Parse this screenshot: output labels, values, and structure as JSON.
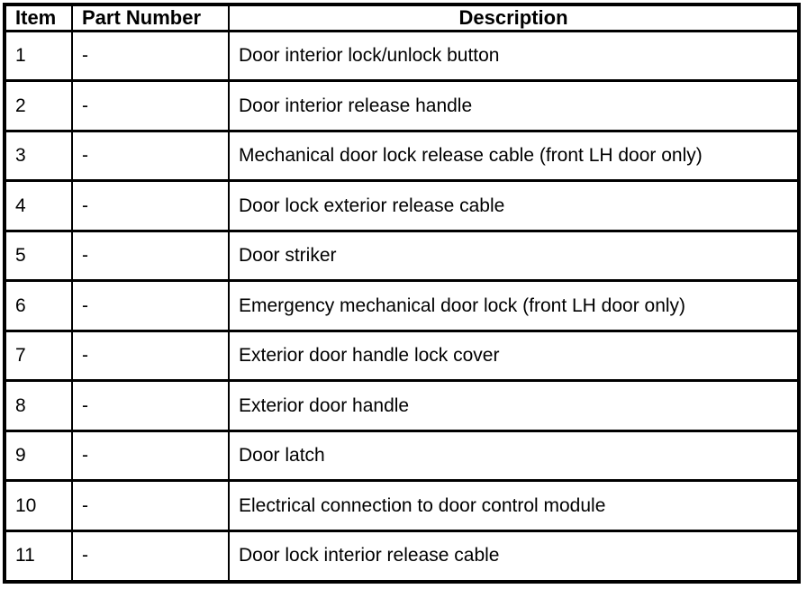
{
  "table": {
    "border_color": "#000000",
    "background_color": "#ffffff",
    "text_color": "#000000",
    "headers": {
      "item": "Item",
      "part_number": "Part Number",
      "description": "Description"
    },
    "rows": [
      {
        "item": "1",
        "part_number": "-",
        "description": "Door interior lock/unlock button"
      },
      {
        "item": "2",
        "part_number": "-",
        "description": "Door interior release handle"
      },
      {
        "item": "3",
        "part_number": "-",
        "description": "Mechanical door lock release cable (front LH door only)"
      },
      {
        "item": "4",
        "part_number": "-",
        "description": "Door lock exterior release cable"
      },
      {
        "item": "5",
        "part_number": "-",
        "description": "Door striker"
      },
      {
        "item": "6",
        "part_number": "-",
        "description": "Emergency mechanical door lock (front LH door only)"
      },
      {
        "item": "7",
        "part_number": "-",
        "description": "Exterior door handle lock cover"
      },
      {
        "item": "8",
        "part_number": "-",
        "description": "Exterior door handle"
      },
      {
        "item": "9",
        "part_number": "-",
        "description": "Door latch"
      },
      {
        "item": "10",
        "part_number": "-",
        "description": "Electrical connection to door control module"
      },
      {
        "item": "11",
        "part_number": "-",
        "description": "Door lock interior release cable"
      }
    ]
  }
}
